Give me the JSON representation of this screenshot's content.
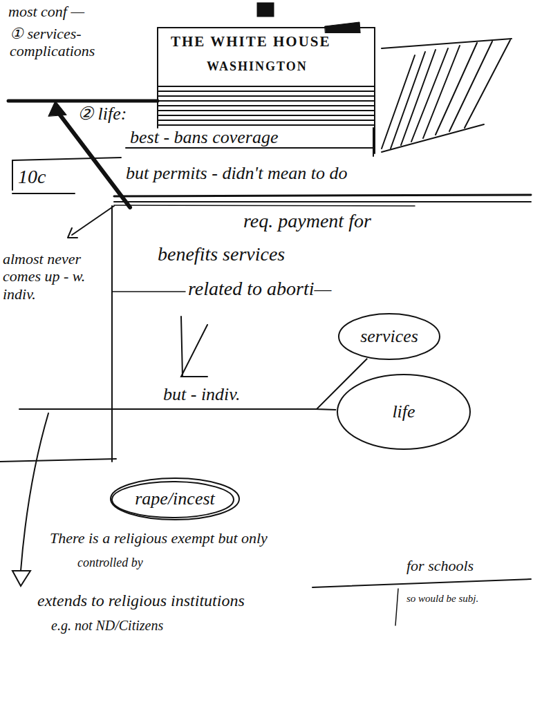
{
  "diagram": {
    "nodes": [
      {
        "text": [
          "services"
        ]
      },
      {
        "text": [
          "life"
        ]
      },
      {
        "text": [
          "rape/incest"
        ]
      }
    ],
    "edges": [
      {
        "from": 0,
        "to": 1,
        "arrow": "none"
      }
    ],
    "labels": [
      "most conf —",
      "① services- complications",
      "THE WHITE HOUSE",
      "WASHINGTON",
      "② life:",
      "best - bans coverage",
      "10c",
      "but permits - didn't mean to do",
      "req. payment for",
      "benefits services",
      "related to aborti—",
      "almost never comes up - w. indiv.",
      "but - indiv.",
      "There is a religious exempt but only",
      "controlled by",
      "extends to religious institutions",
      "e.g. not ND/Citizens",
      "for schools",
      "so would be subj."
    ]
  }
}
